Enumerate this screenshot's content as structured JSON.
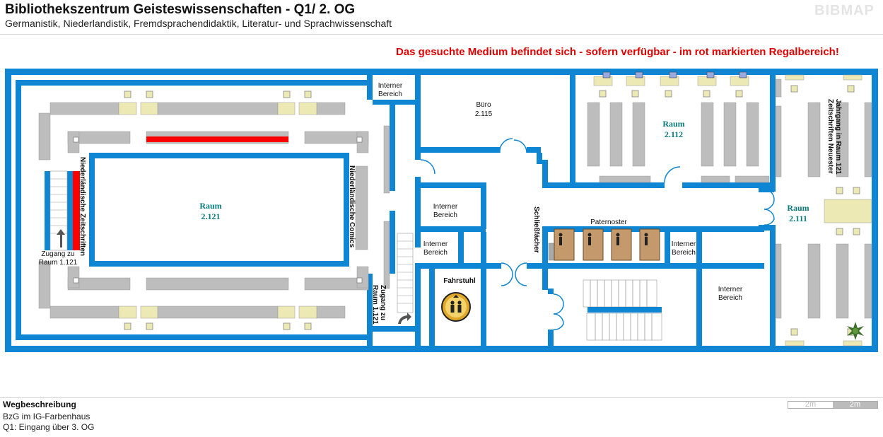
{
  "header": {
    "title": "Bibliothekszentrum Geisteswissenschaften - Q1/ 2. OG",
    "subtitle": "Germanistik, Niederlandistik, Fremdsprachendidaktik, Literatur- und Sprachwissenschaft",
    "logo": "BIBMAP"
  },
  "notice": "Das gesuchte Medium befindet sich - sofern verfügbar -  im rot markierten Regalbereich!",
  "map": {
    "rooms": {
      "raum_2121": [
        "Raum",
        "2.121"
      ],
      "raum_2112": [
        "Raum",
        "2.112"
      ],
      "raum_2111": [
        "Raum",
        "2.111"
      ],
      "buero": [
        "Büro",
        "2.115"
      ]
    },
    "interner_bereich": [
      "Interner",
      "Bereich"
    ],
    "labels": {
      "niederl_zeitschriften": "Niederländische Zeitschriften",
      "niederl_comics": "Niederländische Comics",
      "zugang_1121": [
        "Zugang zu",
        "Raum 1.121"
      ],
      "zugang_121": [
        "Zugang zu",
        "Raum 1.121"
      ],
      "schliessfaecher": "Schließfächer",
      "paternoster": "Paternoster",
      "fahrstuhl": "Fahrstuhl",
      "zeitschriften": [
        "Zeitschriften Neuester",
        "Jahrgang in Raum 121"
      ]
    },
    "colors": {
      "wall": "#0f86d4",
      "shelf": "#bdbdbd",
      "highlight": "#ff0000",
      "table": "#ede9b4"
    }
  },
  "footer": {
    "title": "Wegbeschreibung",
    "line1": "BzG im IG-Farbenhaus",
    "line2": "Q1: Eingang über 3. OG"
  },
  "scale": {
    "left": "2m",
    "right": "2m"
  }
}
